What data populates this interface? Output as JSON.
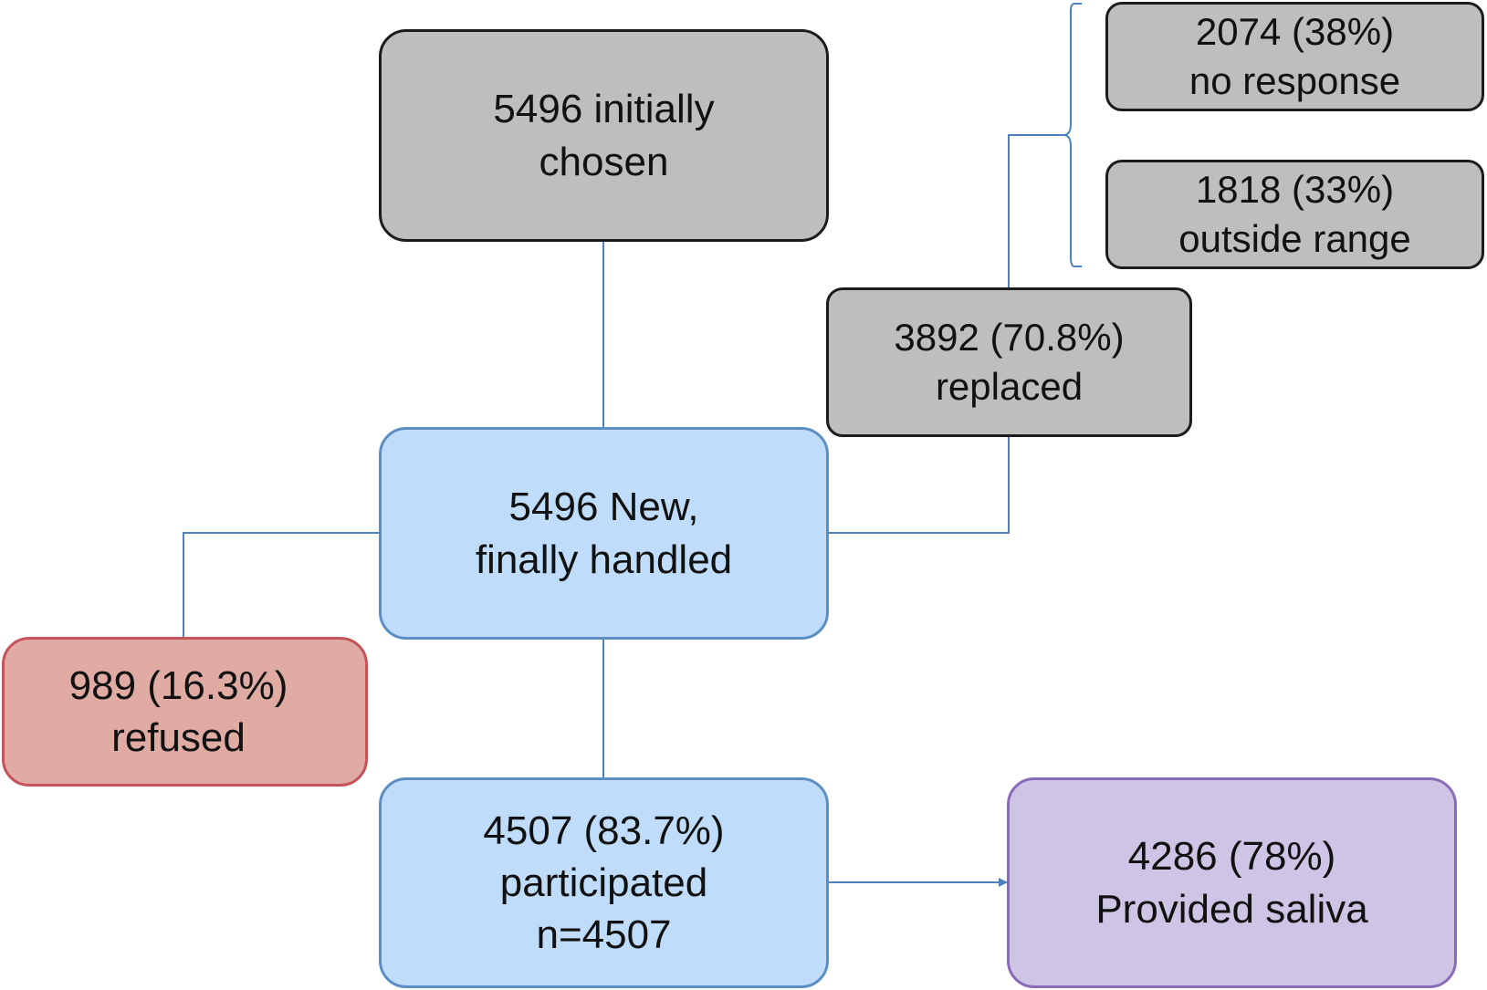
{
  "nodes": {
    "initially_chosen": {
      "line1": "5496 initially",
      "line2": "chosen"
    },
    "no_response": {
      "line1": "2074 (38%)",
      "line2": "no response"
    },
    "outside_range": {
      "line1": "1818 (33%)",
      "line2": "outside range"
    },
    "replaced": {
      "line1": "3892 (70.8%)",
      "line2": "replaced"
    },
    "finally_handled": {
      "line1": "5496 New,",
      "line2": "finally handled"
    },
    "refused": {
      "line1": "989 (16.3%)",
      "line2": "refused"
    },
    "participated": {
      "line1": "4507 (83.7%)",
      "line2": "participated",
      "line3": "n=4507"
    },
    "saliva": {
      "line1": "4286 (78%)",
      "line2": "Provided saliva"
    }
  },
  "colors": {
    "gray_fill": "#bdbebd",
    "blue_fill": "#bfdcfb",
    "red_fill": "#dfaba3",
    "purple_fill": "#cec5e6",
    "connector": "#4f81bd"
  }
}
